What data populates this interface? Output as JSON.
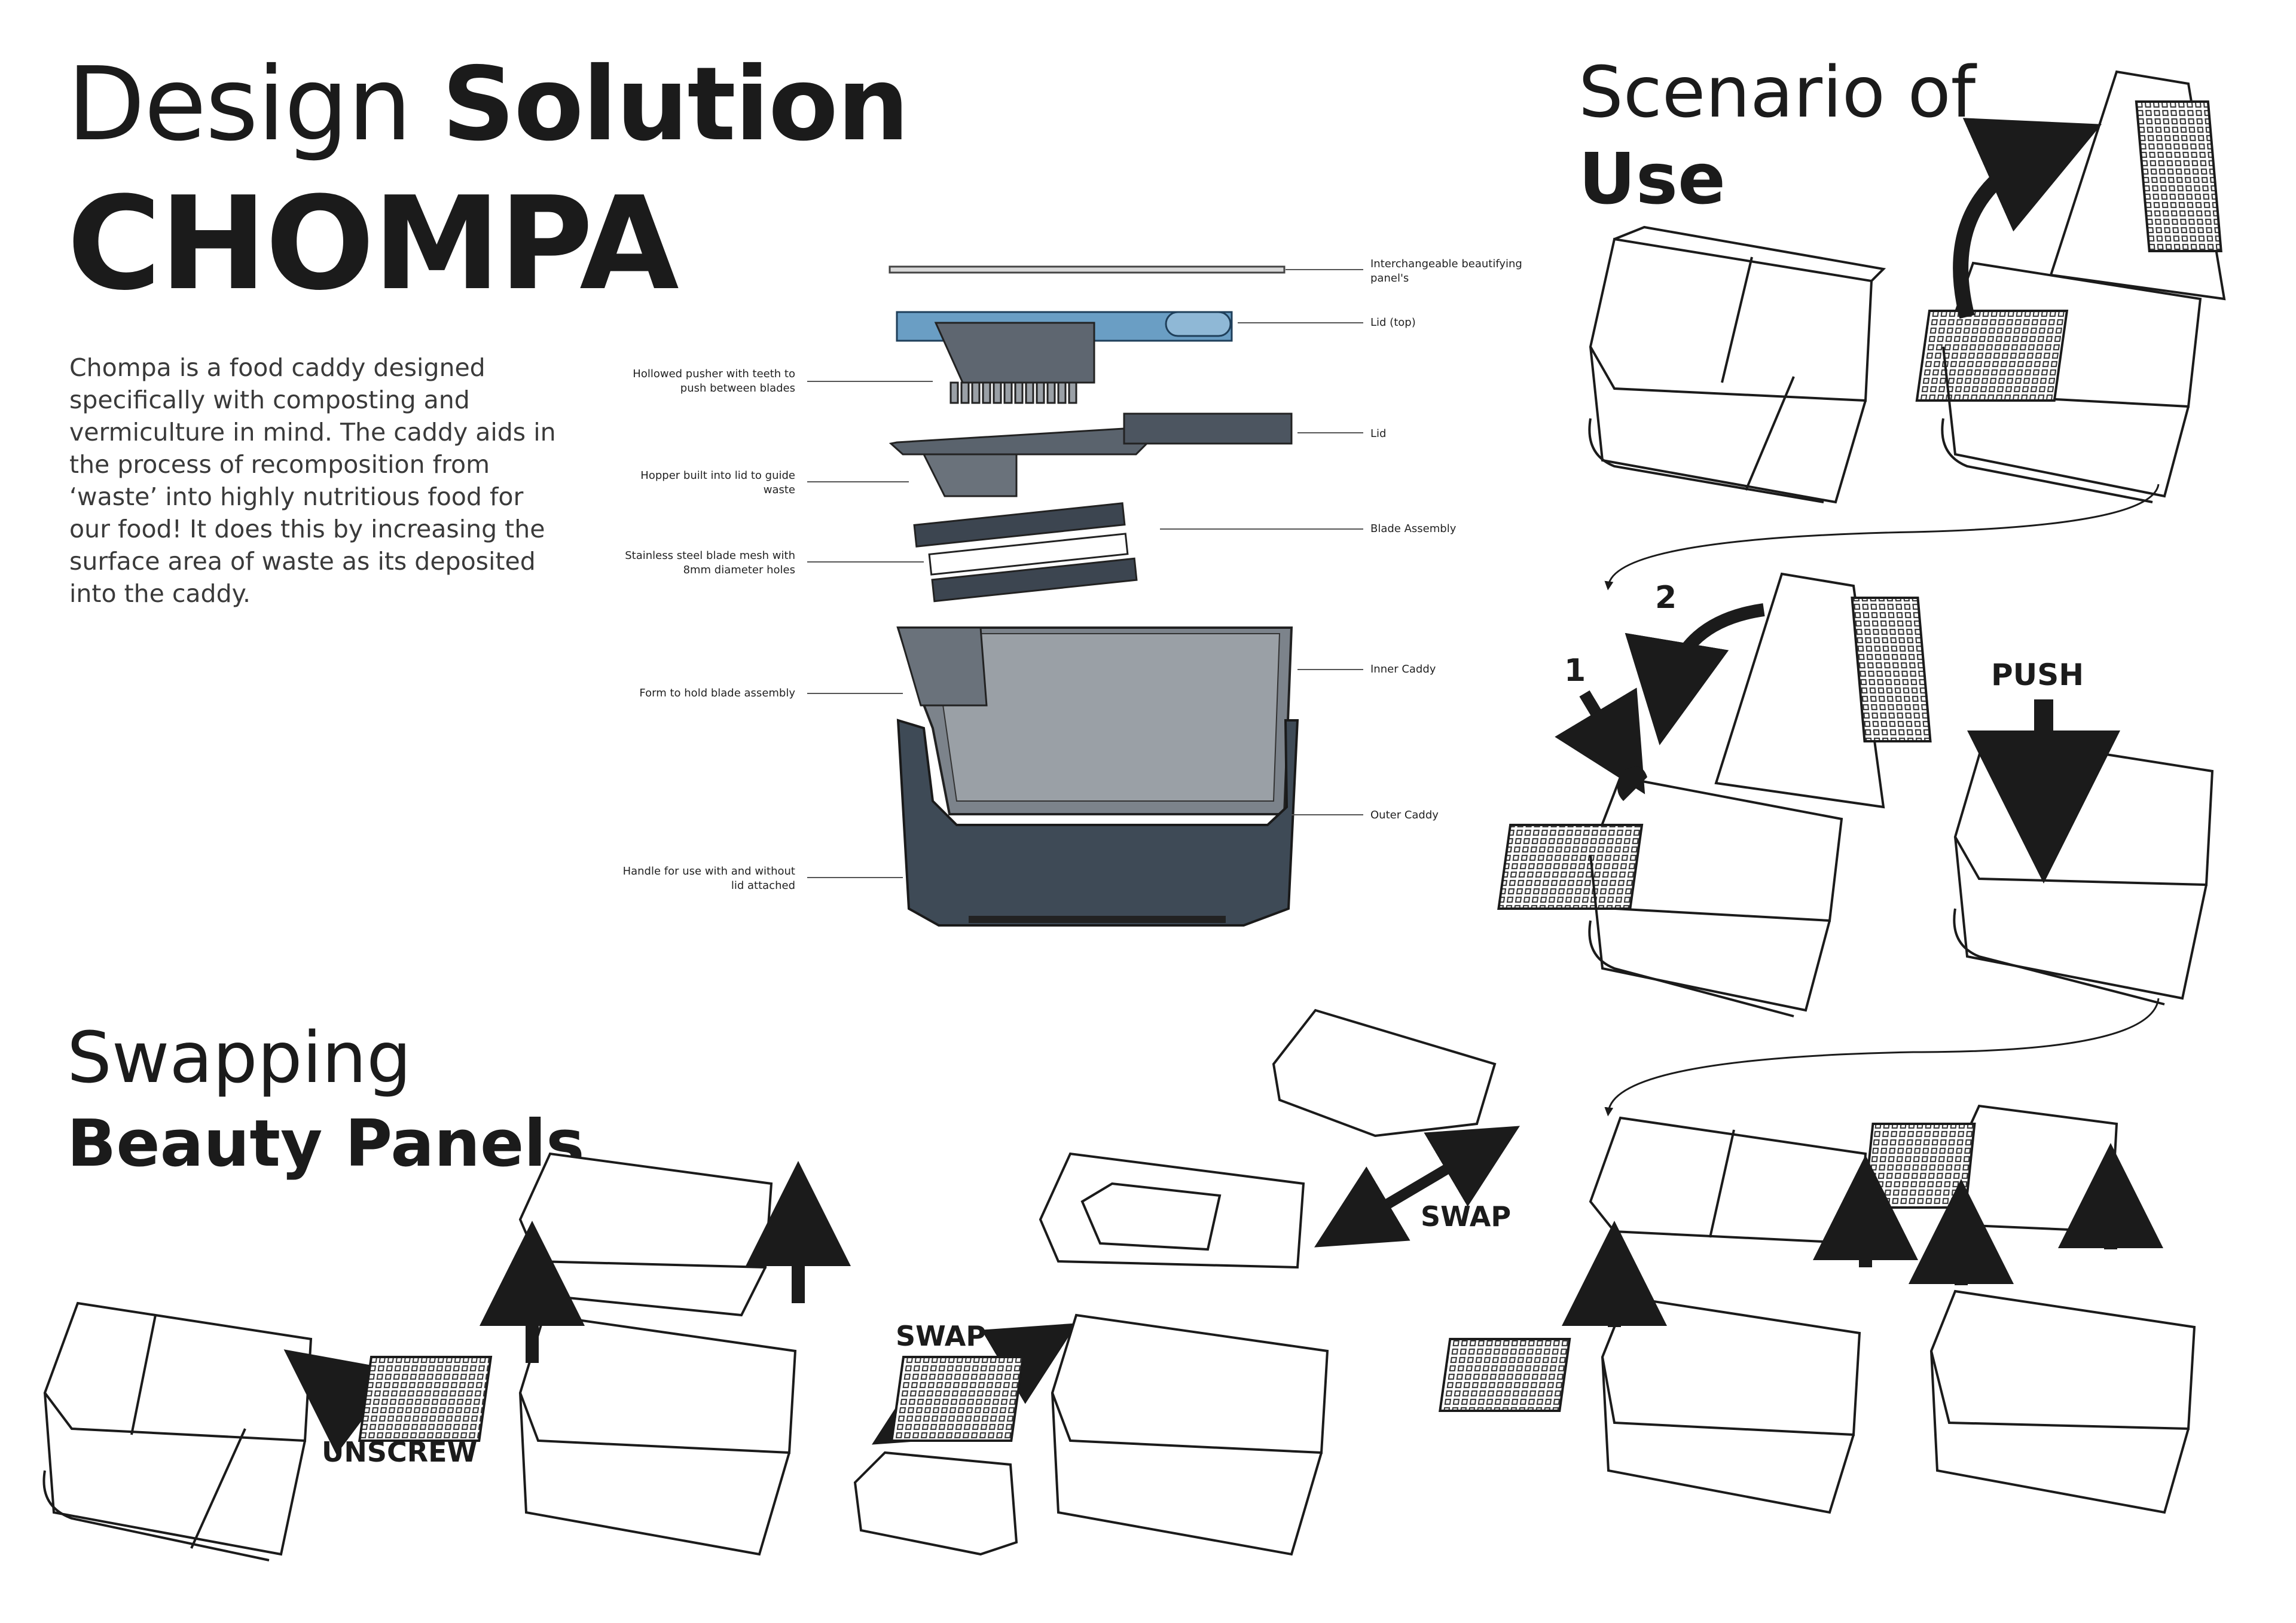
{
  "header": {
    "title_light": "Design",
    "title_bold": "Solution",
    "product_name": "CHOMPA",
    "intro": "Chompa is a food caddy designed specifically with composting and vermiculture in mind. The caddy aids in the process of recomposition from ‘waste’ into highly nutritious food for our food! It does this by increasing the surface area of waste as its deposited into the caddy."
  },
  "exploded_view": {
    "labels_right": [
      "Interchangeable beautifying panel's",
      "Lid (top)",
      "Lid",
      "Blade Assembly",
      "Inner Caddy",
      "Outer Caddy"
    ],
    "labels_left": [
      "Hollowed pusher with teeth to push between blades",
      "Hopper built into lid to guide waste",
      "Stainless steel blade mesh with 8mm diameter holes",
      "Form to hold blade assembly",
      "Handle for use with and without lid attached"
    ]
  },
  "scenario": {
    "heading_line1": "Scenario of",
    "heading_line2": "Use",
    "step1": "1",
    "step2": "2",
    "push_label": "PUSH"
  },
  "swapping": {
    "heading_line1": "Swapping",
    "heading_line2": "Beauty Panels",
    "unscrew_label": "UNSCREW",
    "swap_label_1": "SWAP",
    "swap_label_2": "SWAP"
  },
  "colors": {
    "ink": "#1b1b1b",
    "lid_blue": "#4a8ab8",
    "caddy_dark": "#3e4a56",
    "caddy_grey": "#8c9096"
  }
}
